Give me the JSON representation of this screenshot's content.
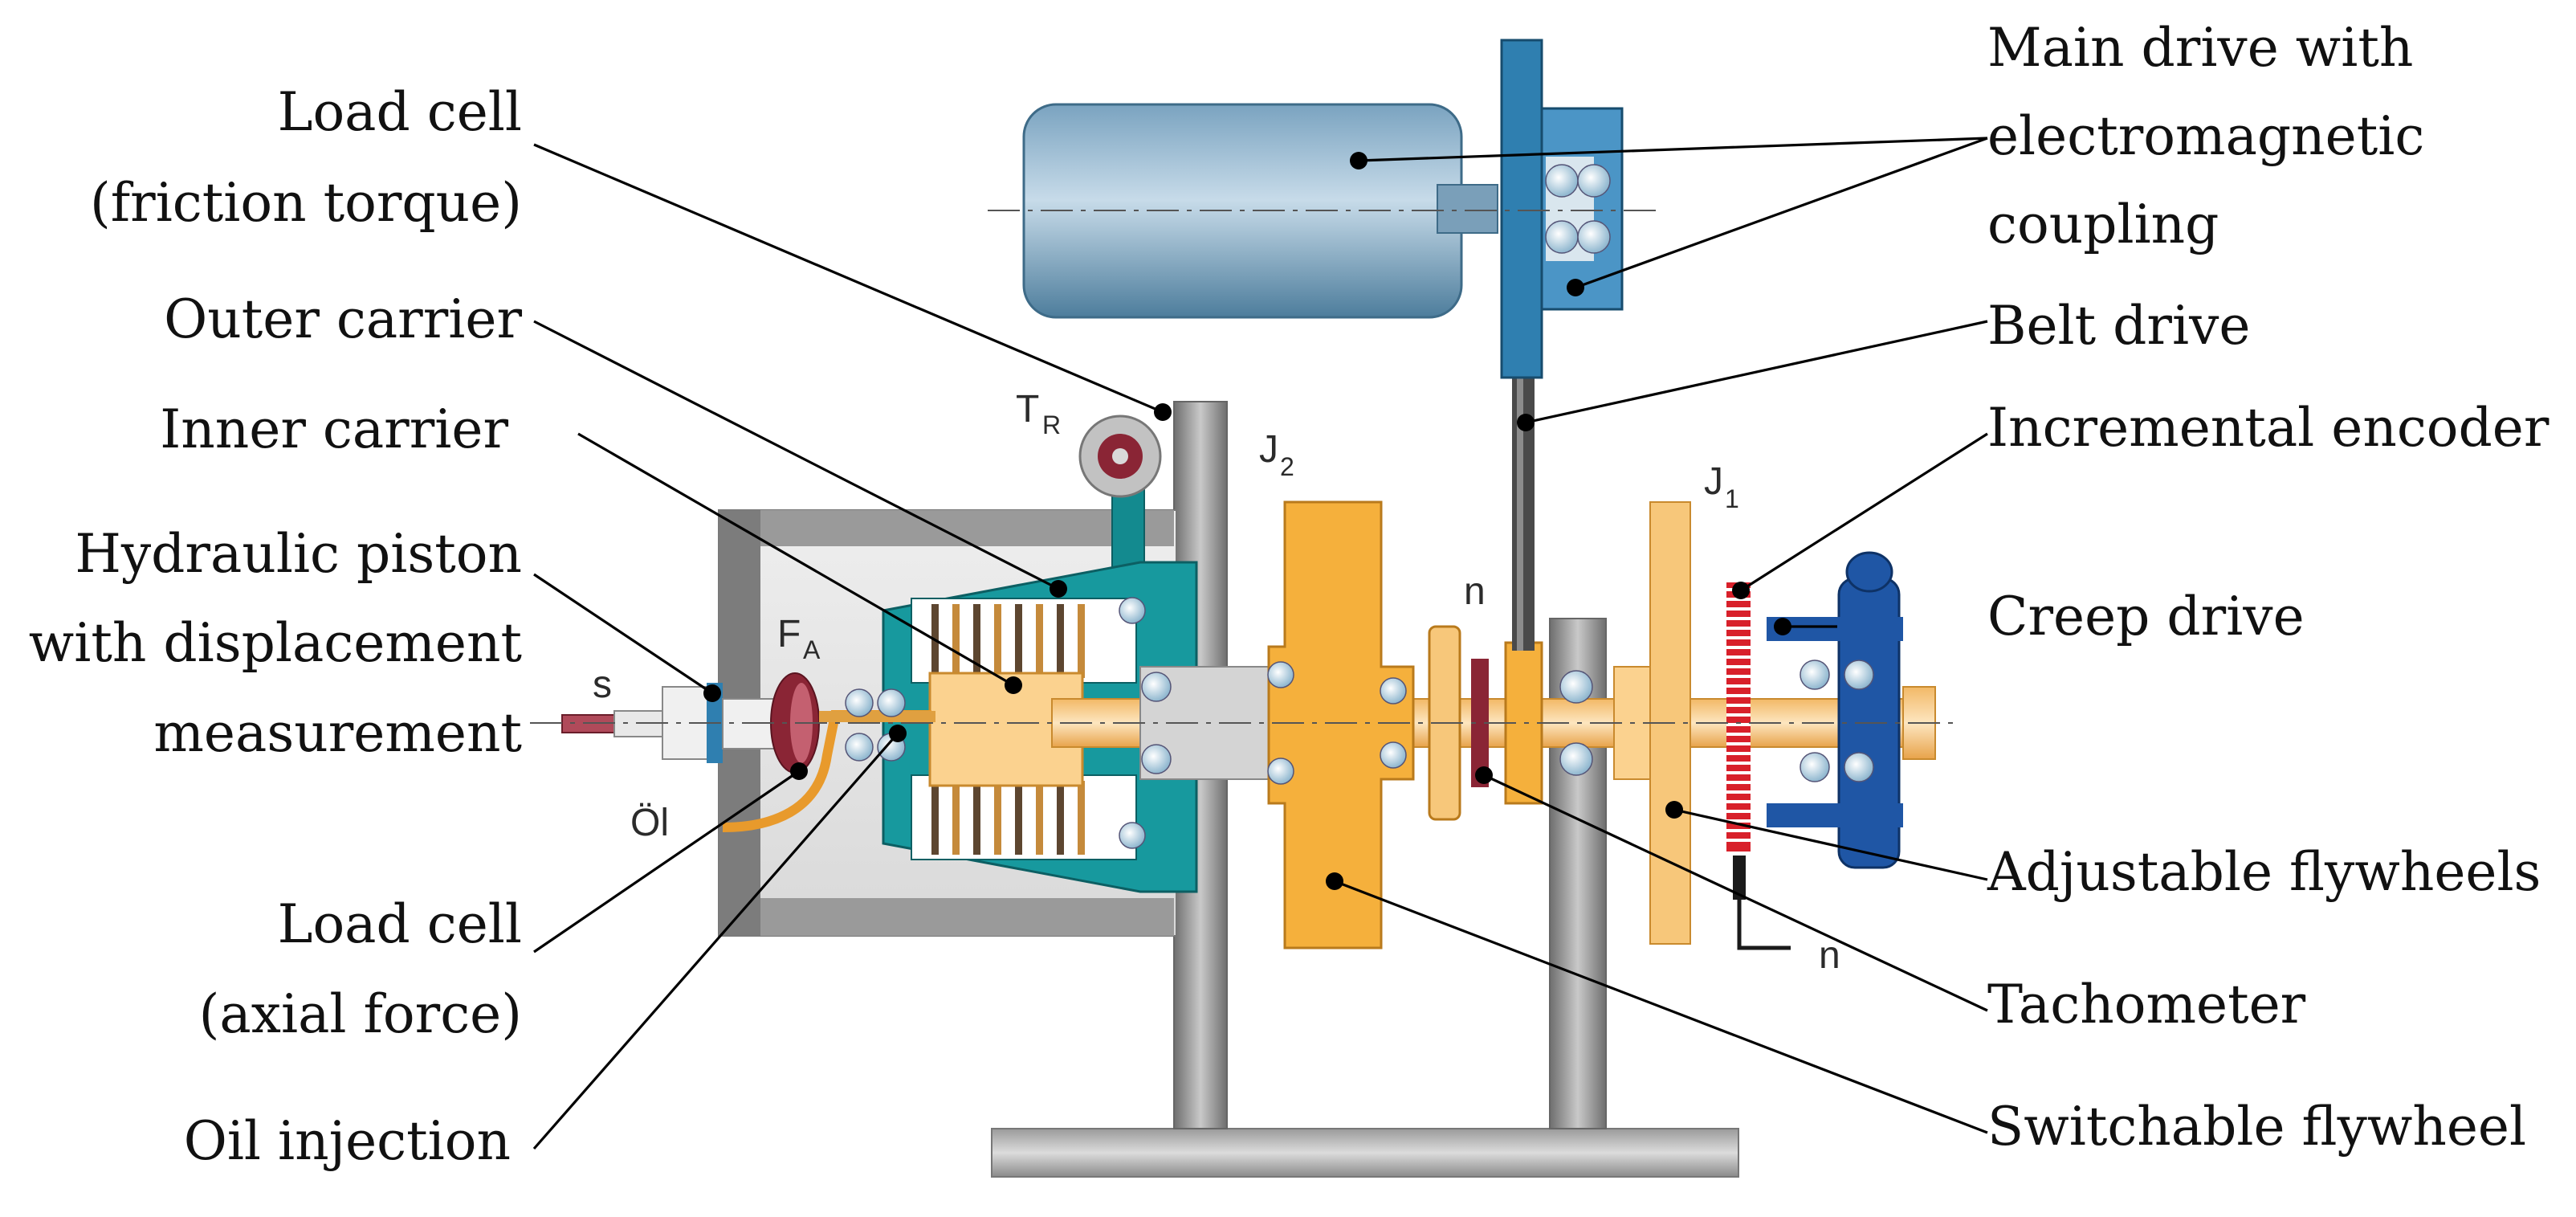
{
  "labels_left": {
    "load_cell_friction": [
      "Load cell",
      "(friction torque)"
    ],
    "outer_carrier": "Outer carrier",
    "inner_carrier": "Inner carrier",
    "hydraulic_piston": [
      "Hydraulic piston",
      "with displacement",
      "measurement"
    ],
    "load_cell_axial": [
      "Load cell",
      "(axial force)"
    ],
    "oil_injection": "Oil injection"
  },
  "labels_right": {
    "main_drive": [
      "Main drive with",
      "electromagnetic",
      "coupling"
    ],
    "belt_drive": "Belt drive",
    "incremental_encoder": "Incremental encoder",
    "creep_drive": "Creep drive",
    "adjustable_flywheels": "Adjustable flywheels",
    "tachometer": "Tachometer",
    "switchable_flywheel": "Switchable flywheel"
  },
  "symbols": {
    "friction_torque": "T",
    "friction_torque_sub": "R",
    "axial_force": "F",
    "axial_force_sub": "A",
    "displacement": "s",
    "oil": "Öl",
    "inertia_2": "J",
    "inertia_2_sub": "2",
    "inertia_1": "J",
    "inertia_1_sub": "1",
    "speed_tacho": "n",
    "speed_encoder": "n"
  },
  "colors": {
    "motor_blue": "#5d8fae",
    "coupling_blue": "#2f7fb0",
    "teal": "#138a8f",
    "flywheel_orange": "#f5b03c",
    "adjustable_flywheel": "#f7c77a",
    "encoder_red": "#d8202a",
    "creep_drive_blue": "#1f56a5",
    "frame_grey": "#8c8c8c",
    "load_cell_maroon": "#8a2535"
  }
}
